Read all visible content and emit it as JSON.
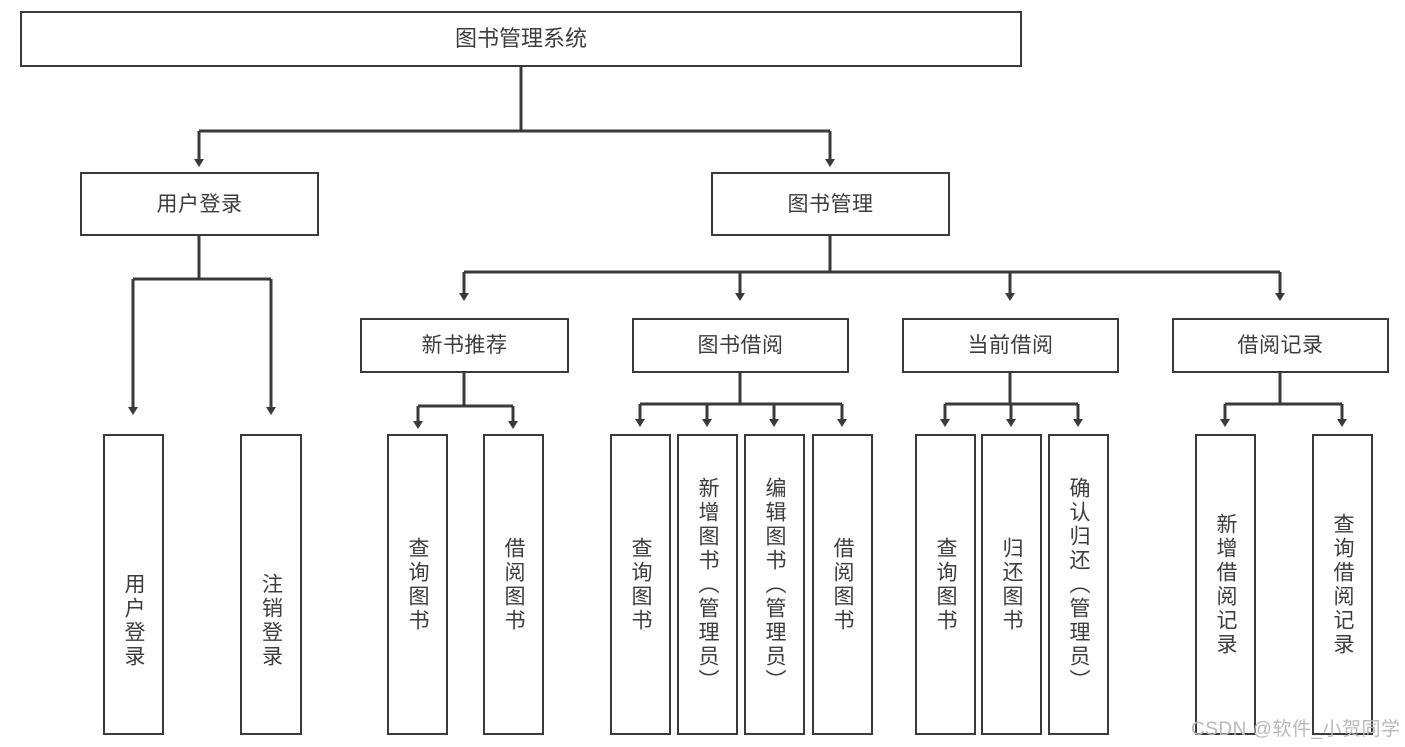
{
  "diagram": {
    "type": "tree-hierarchy-diagram",
    "title": "图书管理系统",
    "levels": 4,
    "root": {
      "id": "root",
      "label": "图书管理系统"
    },
    "level2": [
      {
        "id": "user-login",
        "label": "用户登录"
      },
      {
        "id": "book-management",
        "label": "图书管理"
      }
    ],
    "level3": [
      {
        "id": "new-book-recommend",
        "label": "新书推荐",
        "parent": "book-management"
      },
      {
        "id": "book-borrow",
        "label": "图书借阅",
        "parent": "book-management"
      },
      {
        "id": "current-borrow",
        "label": "当前借阅",
        "parent": "book-management"
      },
      {
        "id": "borrow-record",
        "label": "借阅记录",
        "parent": "book-management"
      }
    ],
    "leaves": {
      "user_login": [
        {
          "id": "leaf-user-login",
          "label": "用户登录"
        },
        {
          "id": "leaf-logout",
          "label": "注销登录"
        }
      ],
      "new_book_recommend": [
        {
          "id": "leaf-query-book-1",
          "label": "查询图书"
        },
        {
          "id": "leaf-borrow-book-1",
          "label": "借阅图书"
        }
      ],
      "book_borrow": [
        {
          "id": "leaf-query-book-2",
          "label": "查询图书"
        },
        {
          "id": "leaf-add-book",
          "label": "新增图书（管理员）"
        },
        {
          "id": "leaf-edit-book",
          "label": "编辑图书（管理员）"
        },
        {
          "id": "leaf-borrow-book-2",
          "label": "借阅图书"
        }
      ],
      "current_borrow": [
        {
          "id": "leaf-query-book-3",
          "label": "查询图书"
        },
        {
          "id": "leaf-return-book",
          "label": "归还图书"
        },
        {
          "id": "leaf-confirm-return",
          "label": "确认归还（管理员）"
        }
      ],
      "borrow_record": [
        {
          "id": "leaf-add-record",
          "label": "新增借阅记录"
        },
        {
          "id": "leaf-query-record",
          "label": "查询借阅记录"
        }
      ]
    }
  },
  "watermark": {
    "text": "CSDN @软件_小贺同学"
  },
  "colors": {
    "box_border": "#3a3a3a",
    "box_fill": "#ffffff",
    "text": "#3d3d3d",
    "connector": "#3a3a3a",
    "watermark": "#b9b9b9",
    "background": "#ffffff"
  }
}
